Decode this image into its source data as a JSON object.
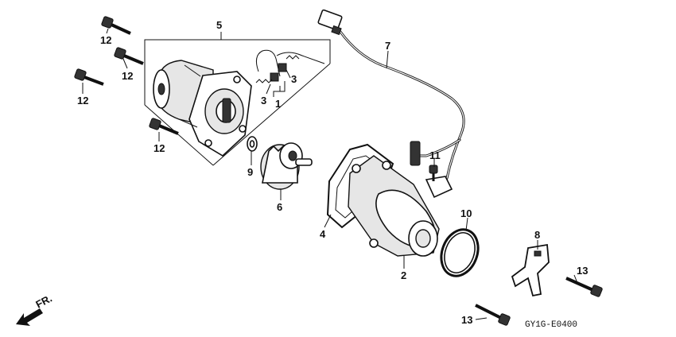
{
  "diagram_code": "GY1G-E0400",
  "front_marker": "FR.",
  "labels": {
    "p1": "1",
    "p2": "2",
    "p3a": "3",
    "p3b": "3",
    "p4": "4",
    "p5": "5",
    "p6": "6",
    "p7": "7",
    "p8": "8",
    "p9": "9",
    "p10": "10",
    "p11": "11",
    "p12a": "12",
    "p12b": "12",
    "p12c": "12",
    "p12d": "12",
    "p13a": "13",
    "p13b": "13"
  }
}
